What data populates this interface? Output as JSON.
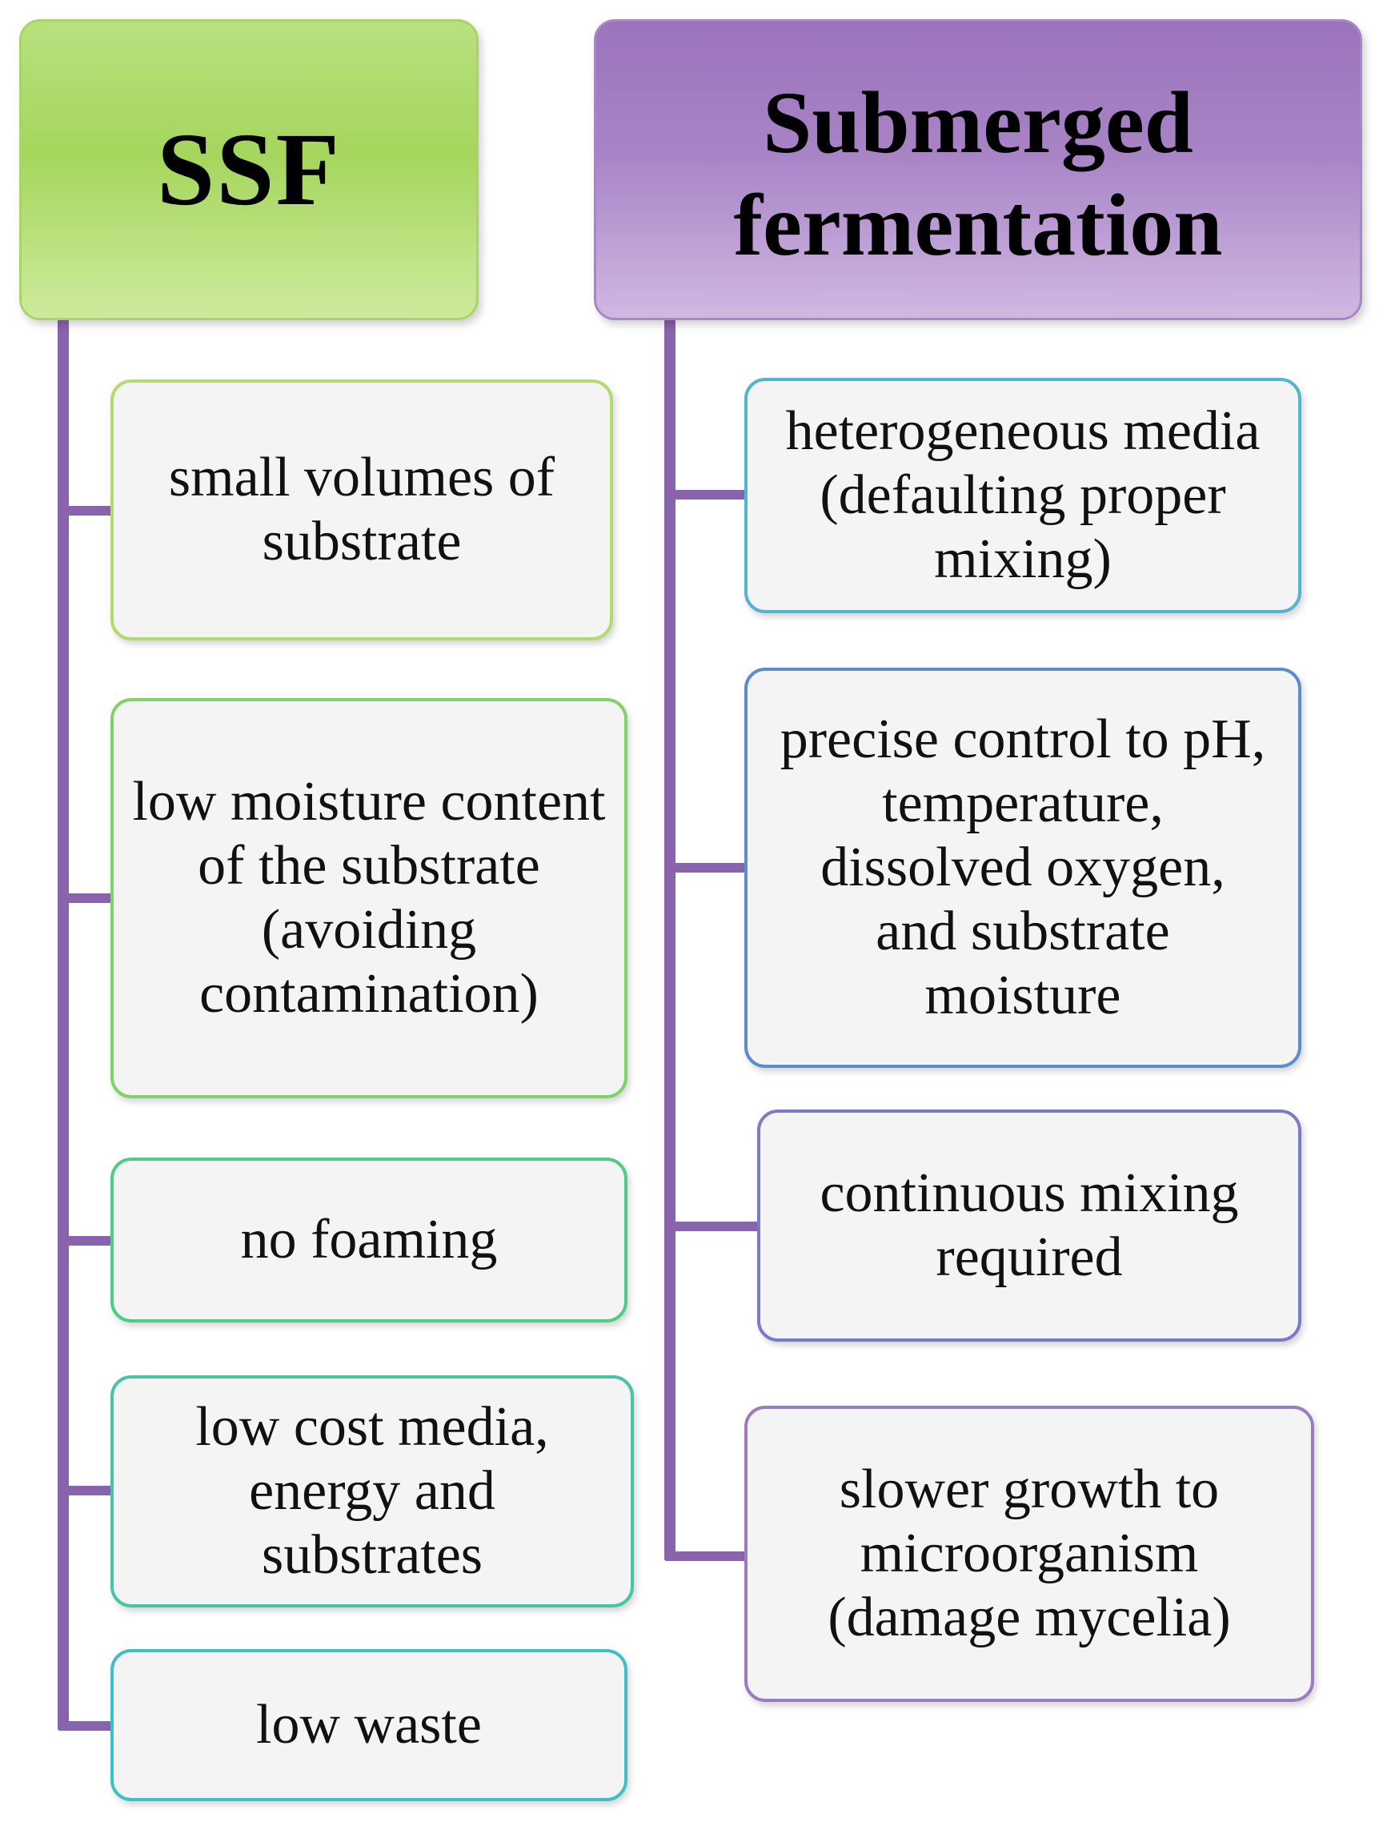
{
  "headers": {
    "ssf": "SSF",
    "submerged": "Submerged fermentation"
  },
  "ssf_items": [
    "small volumes of substrate",
    "low moisture content of the substrate (avoiding contamination)",
    "no foaming",
    "low cost media, energy and substrates",
    "low waste"
  ],
  "submerged_items": [
    "heterogeneous media (defaulting proper mixing)",
    "precise control to pH, temperature, dissolved oxygen, and substrate moisture",
    "continuous mixing required",
    "slower growth to microorganism (damage mycelia)"
  ],
  "colors": {
    "connector": "#8a63ad",
    "ssf_header": "#a5d65d",
    "submerged_header": "#a884c6",
    "box_fill": "#f4f4f4"
  }
}
